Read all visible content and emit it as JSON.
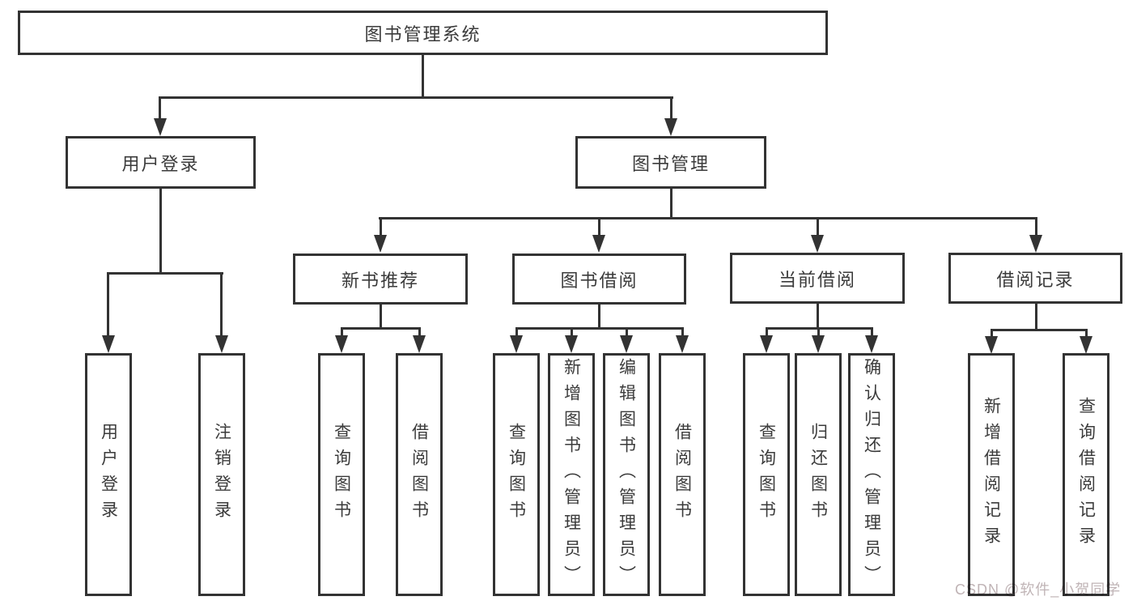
{
  "diagram": {
    "root": {
      "label": "图书管理系统"
    },
    "level2": [
      {
        "label": "用户登录"
      },
      {
        "label": "图书管理"
      }
    ],
    "level3": [
      {
        "label": "新书推荐",
        "parent": "图书管理"
      },
      {
        "label": "图书借阅",
        "parent": "图书管理"
      },
      {
        "label": "当前借阅",
        "parent": "图书管理"
      },
      {
        "label": "借阅记录",
        "parent": "图书管理"
      }
    ],
    "level4": [
      {
        "label": "用户登录",
        "parent": "用户登录"
      },
      {
        "label": "注销登录",
        "parent": "用户登录"
      },
      {
        "label": "查询图书",
        "parent": "新书推荐"
      },
      {
        "label": "借阅图书",
        "parent": "新书推荐"
      },
      {
        "label": "查询图书",
        "parent": "图书借阅"
      },
      {
        "label": "新增图书（管理员）",
        "parent": "图书借阅"
      },
      {
        "label": "编辑图书（管理员）",
        "parent": "图书借阅"
      },
      {
        "label": "借阅图书",
        "parent": "图书借阅"
      },
      {
        "label": "查询图书",
        "parent": "当前借阅"
      },
      {
        "label": "归还图书",
        "parent": "当前借阅"
      },
      {
        "label": "确认归还（管理员）",
        "parent": "当前借阅"
      },
      {
        "label": "新增借阅记录",
        "parent": "借阅记录"
      },
      {
        "label": "查询借阅记录",
        "parent": "借阅记录"
      }
    ]
  },
  "watermark": {
    "text": "CSDN @软件_小贺同学"
  },
  "colors": {
    "line": "#333333",
    "text": "#3b3b3b",
    "background": "#ffffff",
    "watermark": "#c0b4b6"
  }
}
